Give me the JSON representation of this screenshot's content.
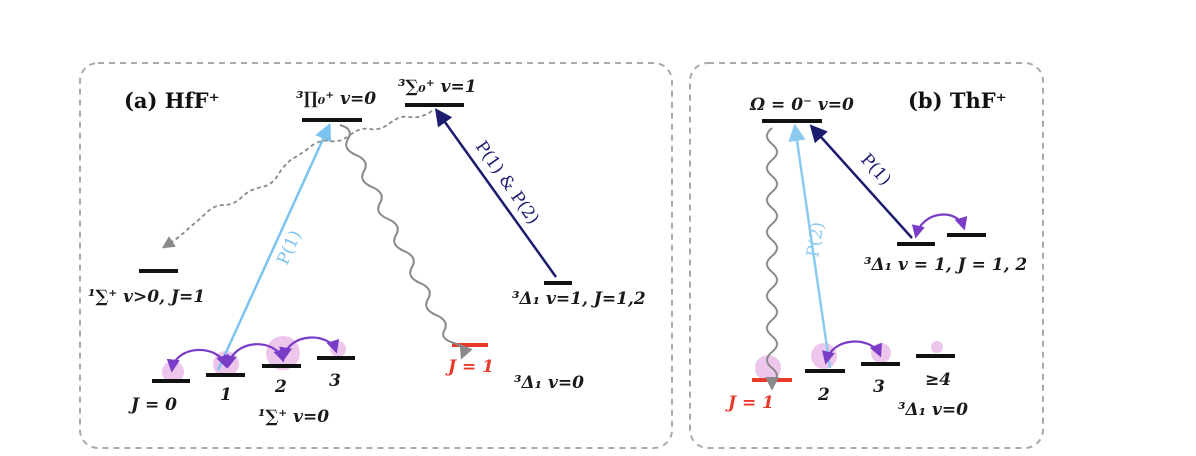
{
  "colors": {
    "ground_line": "#111111",
    "target_line": "#e8382a",
    "p1_hff_arrow": "#7cc4ee",
    "p2_thf_arrow": "#8ccbef",
    "dark_arrow": "#1c1c6e",
    "decay": "#8a8a8a",
    "transfer_arrow": "#7a3cc6",
    "population": "#e7b3e4",
    "panel_border": "#aaaaaa"
  },
  "panel_a": {
    "title": "(a) HfF⁺",
    "level_pi": "³∏₀⁺ v=0",
    "level_sigma": "³∑₀⁺ v=1",
    "level_singlet_excited": "¹∑⁺ v>0, J=1",
    "level_delta": "³Δ₁ v=1, J=1,2",
    "label_target_j": "J = 1",
    "label_target_manifold": "³Δ₁ v=0",
    "label_j0": "J = 0",
    "label_j1": "1",
    "label_j2": "2",
    "label_j3": "3",
    "label_ground_manifold": "¹∑⁺ v=0",
    "arrow_up": "P(1)",
    "arrow_dark": "P(1) & P(2)"
  },
  "panel_b": {
    "title": "(b) ThF⁺",
    "level_omega": "Ω = 0⁻ v=0",
    "level_delta": "³Δ₁ v = 1, J = 1, 2",
    "arrow_dark": "P(1)",
    "arrow_up": "P(2)",
    "label_target_j": "J = 1",
    "label_j2": "2",
    "label_j3": "3",
    "label_j4": "≥4",
    "label_ground_manifold": "³Δ₁ v=0"
  }
}
